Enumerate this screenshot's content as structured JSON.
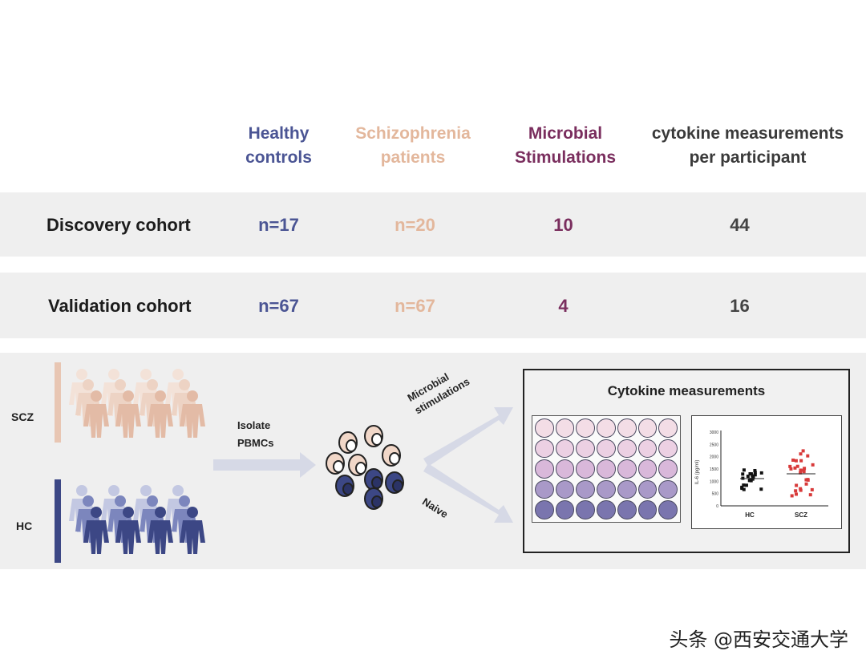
{
  "headers": [
    {
      "line1": "Healthy",
      "line2": "controls",
      "color": "#4b5594"
    },
    {
      "line1": "Schizophrenia",
      "line2": "patients",
      "color": "#e3b79c"
    },
    {
      "line1": "Microbial",
      "line2": "Stimulations",
      "color": "#7a2e5e"
    },
    {
      "line1": "cytokine measurements",
      "line2": "per participant",
      "color": "#3a3a3a"
    }
  ],
  "rows": [
    {
      "label": "Discovery cohort",
      "hc": "n=17",
      "scz": "n=20",
      "stim": "10",
      "cyto": "44"
    },
    {
      "label": "Validation cohort",
      "hc": "n=67",
      "scz": "n=67",
      "stim": "4",
      "cyto": "16"
    }
  ],
  "diagram": {
    "scz_label": "SCZ",
    "hc_label": "HC",
    "isolate_line1": "Isolate",
    "isolate_line2": "PBMCs",
    "microbial_line1": "Microbial",
    "microbial_line2": "stimulations",
    "naive": "Naive",
    "box_title": "Cytokine measurements",
    "inset": {
      "ylabel": "IL-6 (pg/ml)",
      "yticks": [
        "3000",
        "2500",
        "2000",
        "1500",
        "1000",
        "500",
        "0"
      ],
      "x_hc": "HC",
      "x_scz": "SCZ"
    }
  },
  "colors": {
    "scz": "#e8c6b3",
    "hc": "#3c4785",
    "stim": "#7a2e5e",
    "band": "#efefef",
    "dot_hc": "#111111",
    "dot_scz": "#d83a3a"
  },
  "watermark": "头条 @西安交通大学"
}
